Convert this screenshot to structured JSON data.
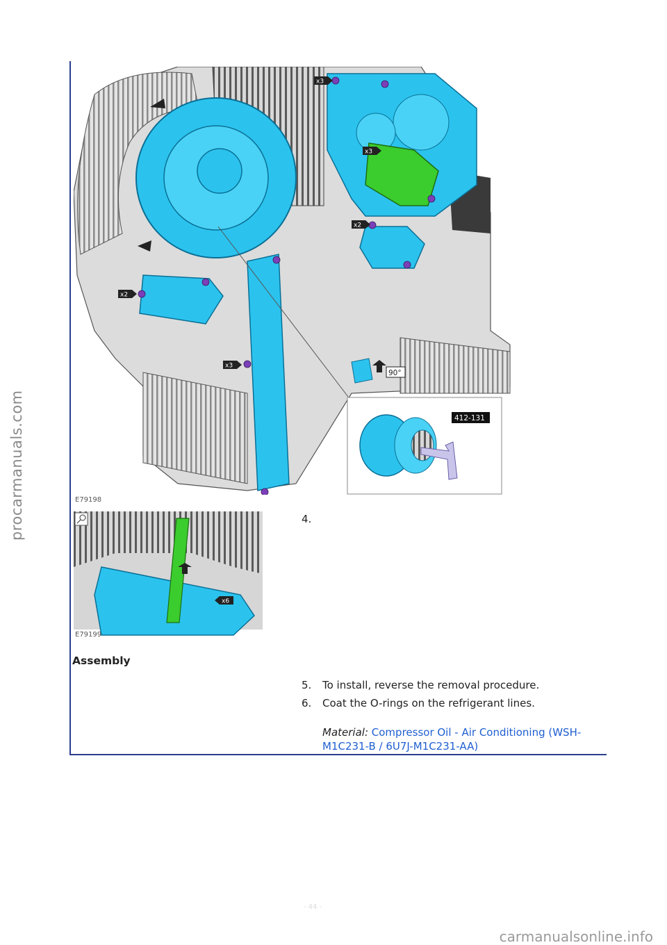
{
  "watermark_side": "procarmanuals.com",
  "watermark_bottom": "carmanualsonline.info",
  "figure1": {
    "id": "E79198",
    "labels": {
      "x3_top": "x3",
      "x3_mid": "x3",
      "x2_right": "x2",
      "x2_left": "x2",
      "x3_bottom": "x3",
      "angle": "90°",
      "tool": "412-131"
    }
  },
  "figure2": {
    "id": "E79199",
    "labels": {
      "x6": "x6"
    }
  },
  "steps": [
    {
      "num": "4.",
      "text": ""
    },
    {
      "num": "5.",
      "text": "To install, reverse the removal procedure."
    },
    {
      "num": "6.",
      "text": "Coat the O-rings on the refrigerant lines."
    }
  ],
  "section_heading": "Assembly",
  "material": {
    "label": "Material:",
    "link_text_1": "Compressor Oil - Air Conditioning (WSH-",
    "link_text_2": "M1C231-B / 6U7J-M1C231-AA)"
  },
  "page_number": "- 44 -",
  "colors": {
    "rule": "#2b3d8f",
    "cyan": "#2bc3ee",
    "green": "#3bcc2e",
    "link": "#1f5fd1",
    "fastener": "#7b3fb8"
  }
}
